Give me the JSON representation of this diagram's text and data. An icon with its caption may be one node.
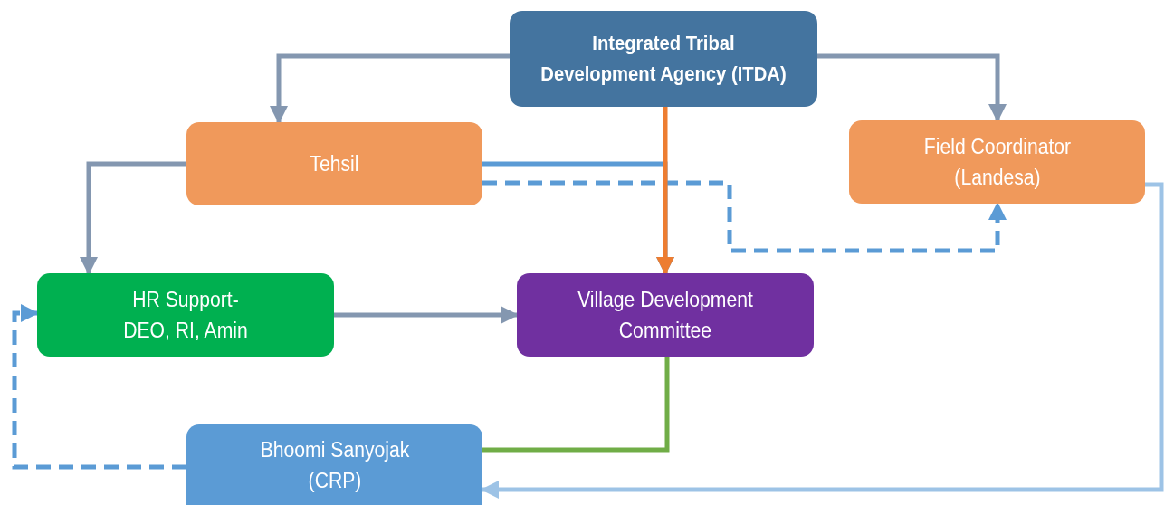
{
  "diagram": {
    "nodes": [
      {
        "text": [
          "Integrated Tribal Development Agency (ITDA)"
        ]
      },
      {
        "text": [
          "Tehsil"
        ]
      },
      {
        "text": [
          "Field Coordinator (Landesa)"
        ]
      },
      {
        "text": [
          "HR Support- DEO, RI, Amin"
        ]
      },
      {
        "text": [
          "Village Development Committee"
        ]
      },
      {
        "text": [
          "Bhoomi Sanyojak (CRP)"
        ]
      }
    ],
    "edges": [
      {
        "from": 0,
        "to": 1,
        "arrow": "to"
      },
      {
        "from": 0,
        "to": 2,
        "arrow": "to"
      },
      {
        "from": 1,
        "to": 4,
        "arrow": "to",
        "color": "#5b9bd5"
      },
      {
        "from": 0,
        "to": 4,
        "arrow": "to",
        "color": "#ed7d31"
      },
      {
        "from": 1,
        "to": 2,
        "arrow": "to",
        "style": "dashed",
        "color": "#5b9bd5"
      },
      {
        "from": 1,
        "to": 3,
        "arrow": "to"
      },
      {
        "from": 3,
        "to": 4,
        "arrow": "to"
      },
      {
        "from": 4,
        "to": 5,
        "arrow": "none",
        "color": "#70ad47"
      },
      {
        "from": 2,
        "to": 5,
        "arrow": "to",
        "color": "#9dc3e6"
      },
      {
        "from": 5,
        "to": 3,
        "arrow": "to",
        "style": "dashed",
        "color": "#5b9bd5"
      }
    ]
  }
}
